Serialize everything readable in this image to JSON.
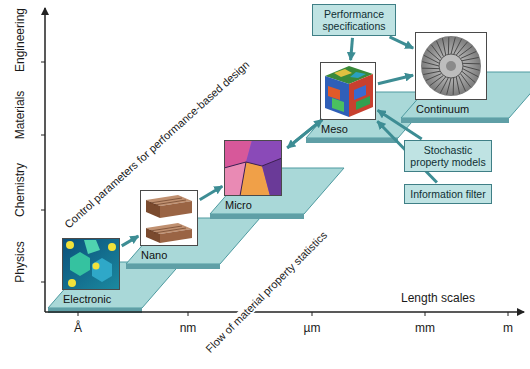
{
  "diagram": {
    "nodes": [
      {
        "text": [
          "Performance specifications"
        ]
      },
      {
        "text": [
          "Continuum"
        ]
      },
      {
        "text": [
          "Meso"
        ]
      },
      {
        "text": [
          "Stochastic property models"
        ]
      },
      {
        "text": [
          "Information filter"
        ]
      },
      {
        "text": [
          "Micro"
        ]
      },
      {
        "text": [
          "Nano"
        ]
      },
      {
        "text": [
          "Electronic"
        ]
      }
    ],
    "edges": [
      {
        "from": 0,
        "to": 1,
        "arrow": "to"
      },
      {
        "from": 0,
        "to": 2,
        "arrow": "to"
      },
      {
        "from": 2,
        "to": 5,
        "arrow": "to"
      },
      {
        "from": 7,
        "to": 6,
        "arrow": "to"
      },
      {
        "from": 6,
        "to": 5,
        "arrow": "to"
      },
      {
        "from": 5,
        "to": 2,
        "arrow": "to"
      },
      {
        "from": 2,
        "to": 1,
        "arrow": "to"
      },
      {
        "from": 3,
        "to": 2,
        "arrow": "to"
      },
      {
        "from": 4,
        "to": 2,
        "arrow": "to"
      }
    ],
    "labels": [
      "Engineering",
      "Materials",
      "Chemistry",
      "Physics",
      "Å",
      "nm",
      "µm",
      "mm",
      "m",
      "Length scales",
      "Control parameters for performance-based design",
      "Flow of material property statistics"
    ]
  }
}
